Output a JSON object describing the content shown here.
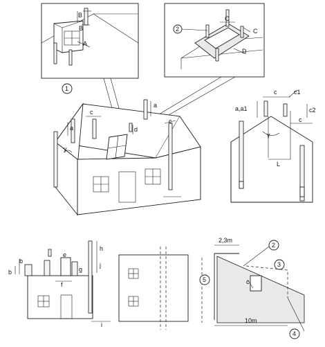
{
  "labels": {
    "B1": "B",
    "B2": "B",
    "A1": "A",
    "c_dormer": "C",
    "C_plat": "C",
    "D_plat": "D",
    "a_left": "a",
    "c_top": "c",
    "gamma_main": "γ",
    "d_main": "d",
    "a_right": "a",
    "c_right": "c",
    "aa1": "a,a1",
    "c_sec": "c",
    "c1": "c1",
    "c2": "c2",
    "c3": "c",
    "gamma_sec": "γ",
    "L": "L",
    "b_1": "b",
    "b_2": "b",
    "e": "e",
    "g": "g",
    "f": "f",
    "h": "h",
    "j": "j",
    "i": "i",
    "dist_23": "2,3m",
    "dist_10": "10m",
    "c_box": "c"
  },
  "callouts": {
    "n1": "1",
    "n2a": "2",
    "n2b": "2",
    "n3": "3",
    "n4": "4",
    "n5": "5"
  }
}
